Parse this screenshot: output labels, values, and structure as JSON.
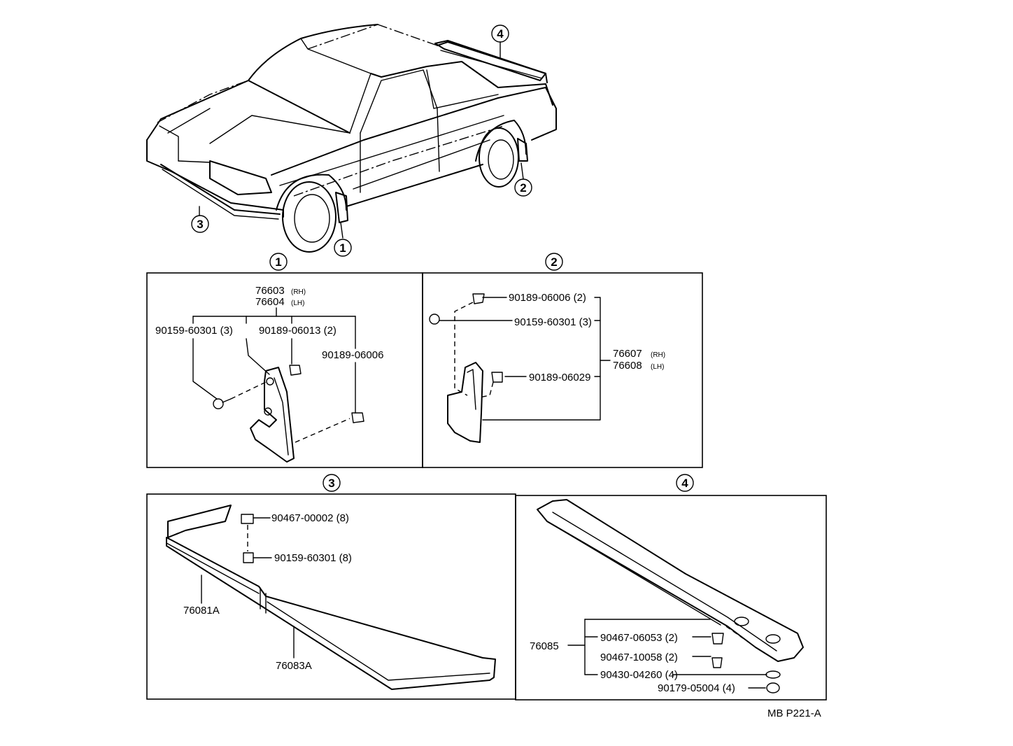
{
  "overview": {
    "callouts": {
      "c1": "1",
      "c2": "2",
      "c3": "3",
      "c4": "4"
    }
  },
  "panel1": {
    "circle": "1",
    "part_rh": "76603",
    "rh_tag": "(RH)",
    "part_lh": "76604",
    "lh_tag": "(LH)",
    "screw": "90159-60301 (3)",
    "clip_a": "90189-06013 (2)",
    "clip_b": "90189-06006"
  },
  "panel2": {
    "circle": "2",
    "clip_top": "90189-06006 (2)",
    "screw": "90159-60301 (3)",
    "part_rh": "76607",
    "rh_tag": "(RH)",
    "part_lh": "76608",
    "lh_tag": "(LH)",
    "clip_mid": "90189-06029"
  },
  "panel3": {
    "circle": "3",
    "nut": "90467-00002 (8)",
    "screw": "90159-60301 (8)",
    "spoiler_upper": "76081A",
    "spoiler_lower": "76083A"
  },
  "panel4": {
    "circle": "4",
    "assembly": "76085",
    "clip_a": "90467-06053 (2)",
    "clip_b": "90467-10058 (2)",
    "washer": "90430-04260 (4)",
    "nut": "90179-05004 (4)"
  },
  "footer": {
    "ref": "MB P221-A"
  }
}
